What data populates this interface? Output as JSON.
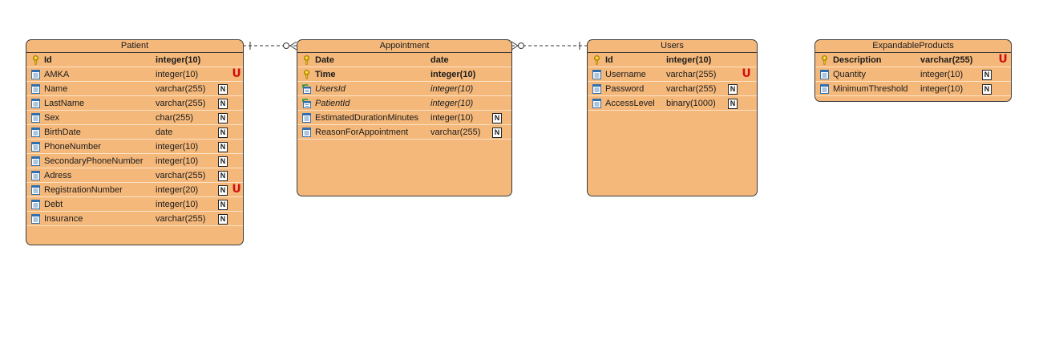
{
  "entities": [
    {
      "id": "patient",
      "title": "Patient",
      "columns": [
        {
          "name": "Id",
          "type": "integer(10)",
          "kind": "pk",
          "nullable": false,
          "unique": false
        },
        {
          "name": "AMKA",
          "type": "integer(10)",
          "kind": "col",
          "nullable": false,
          "unique": true
        },
        {
          "name": "Name",
          "type": "varchar(255)",
          "kind": "col",
          "nullable": true,
          "unique": false
        },
        {
          "name": "LastName",
          "type": "varchar(255)",
          "kind": "col",
          "nullable": true,
          "unique": false
        },
        {
          "name": "Sex",
          "type": "char(255)",
          "kind": "col",
          "nullable": true,
          "unique": false
        },
        {
          "name": "BirthDate",
          "type": "date",
          "kind": "col",
          "nullable": true,
          "unique": false
        },
        {
          "name": "PhoneNumber",
          "type": "integer(10)",
          "kind": "col",
          "nullable": true,
          "unique": false
        },
        {
          "name": "SecondaryPhoneNumber",
          "type": "integer(10)",
          "kind": "col",
          "nullable": true,
          "unique": false
        },
        {
          "name": "Adress",
          "type": "varchar(255)",
          "kind": "col",
          "nullable": true,
          "unique": false
        },
        {
          "name": "RegistrationNumber",
          "type": "integer(20)",
          "kind": "col",
          "nullable": true,
          "unique": true
        },
        {
          "name": "Debt",
          "type": "integer(10)",
          "kind": "col",
          "nullable": true,
          "unique": false
        },
        {
          "name": "Insurance",
          "type": "varchar(255)",
          "kind": "col",
          "nullable": true,
          "unique": false
        }
      ]
    },
    {
      "id": "appointment",
      "title": "Appointment",
      "columns": [
        {
          "name": "Date",
          "type": "date",
          "kind": "pk",
          "nullable": false,
          "unique": false
        },
        {
          "name": "Time",
          "type": "integer(10)",
          "kind": "pk",
          "nullable": false,
          "unique": false
        },
        {
          "name": "UsersId",
          "type": "integer(10)",
          "kind": "fk",
          "nullable": false,
          "unique": false
        },
        {
          "name": "PatientId",
          "type": "integer(10)",
          "kind": "fk",
          "nullable": false,
          "unique": false
        },
        {
          "name": "EstimatedDurationMinutes",
          "type": "integer(10)",
          "kind": "col",
          "nullable": true,
          "unique": false
        },
        {
          "name": "ReasonForAppointment",
          "type": "varchar(255)",
          "kind": "col",
          "nullable": true,
          "unique": false
        }
      ]
    },
    {
      "id": "users",
      "title": "Users",
      "columns": [
        {
          "name": "Id",
          "type": "integer(10)",
          "kind": "pk",
          "nullable": false,
          "unique": false
        },
        {
          "name": "Username",
          "type": "varchar(255)",
          "kind": "col",
          "nullable": false,
          "unique": true
        },
        {
          "name": "Password",
          "type": "varchar(255)",
          "kind": "col",
          "nullable": true,
          "unique": false
        },
        {
          "name": "AccessLevel",
          "type": "binary(1000)",
          "kind": "col",
          "nullable": true,
          "unique": false
        }
      ]
    },
    {
      "id": "expandable-products",
      "title": "ExpandableProducts",
      "columns": [
        {
          "name": "Description",
          "type": "varchar(255)",
          "kind": "pk",
          "nullable": false,
          "unique": true
        },
        {
          "name": "Quantity",
          "type": "integer(10)",
          "kind": "col",
          "nullable": true,
          "unique": false
        },
        {
          "name": "MinimumThreshold",
          "type": "integer(10)",
          "kind": "col",
          "nullable": true,
          "unique": false
        }
      ]
    }
  ],
  "badges": {
    "nullable": "N",
    "unique": "U"
  },
  "relationships": [
    {
      "from": "patient",
      "to": "appointment",
      "from_end": "one",
      "to_end": "zero-or-many",
      "style": "dashed"
    },
    {
      "from": "users",
      "to": "appointment",
      "from_end": "one",
      "to_end": "zero-or-many",
      "style": "dashed"
    }
  ],
  "colors": {
    "entity_fill": "#f5b87b",
    "border": "#3a3a3a",
    "row_divider": "#fbe3c7",
    "unique_badge": "#d01010",
    "pk_icon": "#e6b800",
    "col_icon": "#2f6fb0",
    "fk_icon": "#2a9a3a"
  },
  "icons": {
    "pk": "key-icon",
    "col": "column-icon",
    "fk": "foreign-key-icon"
  }
}
